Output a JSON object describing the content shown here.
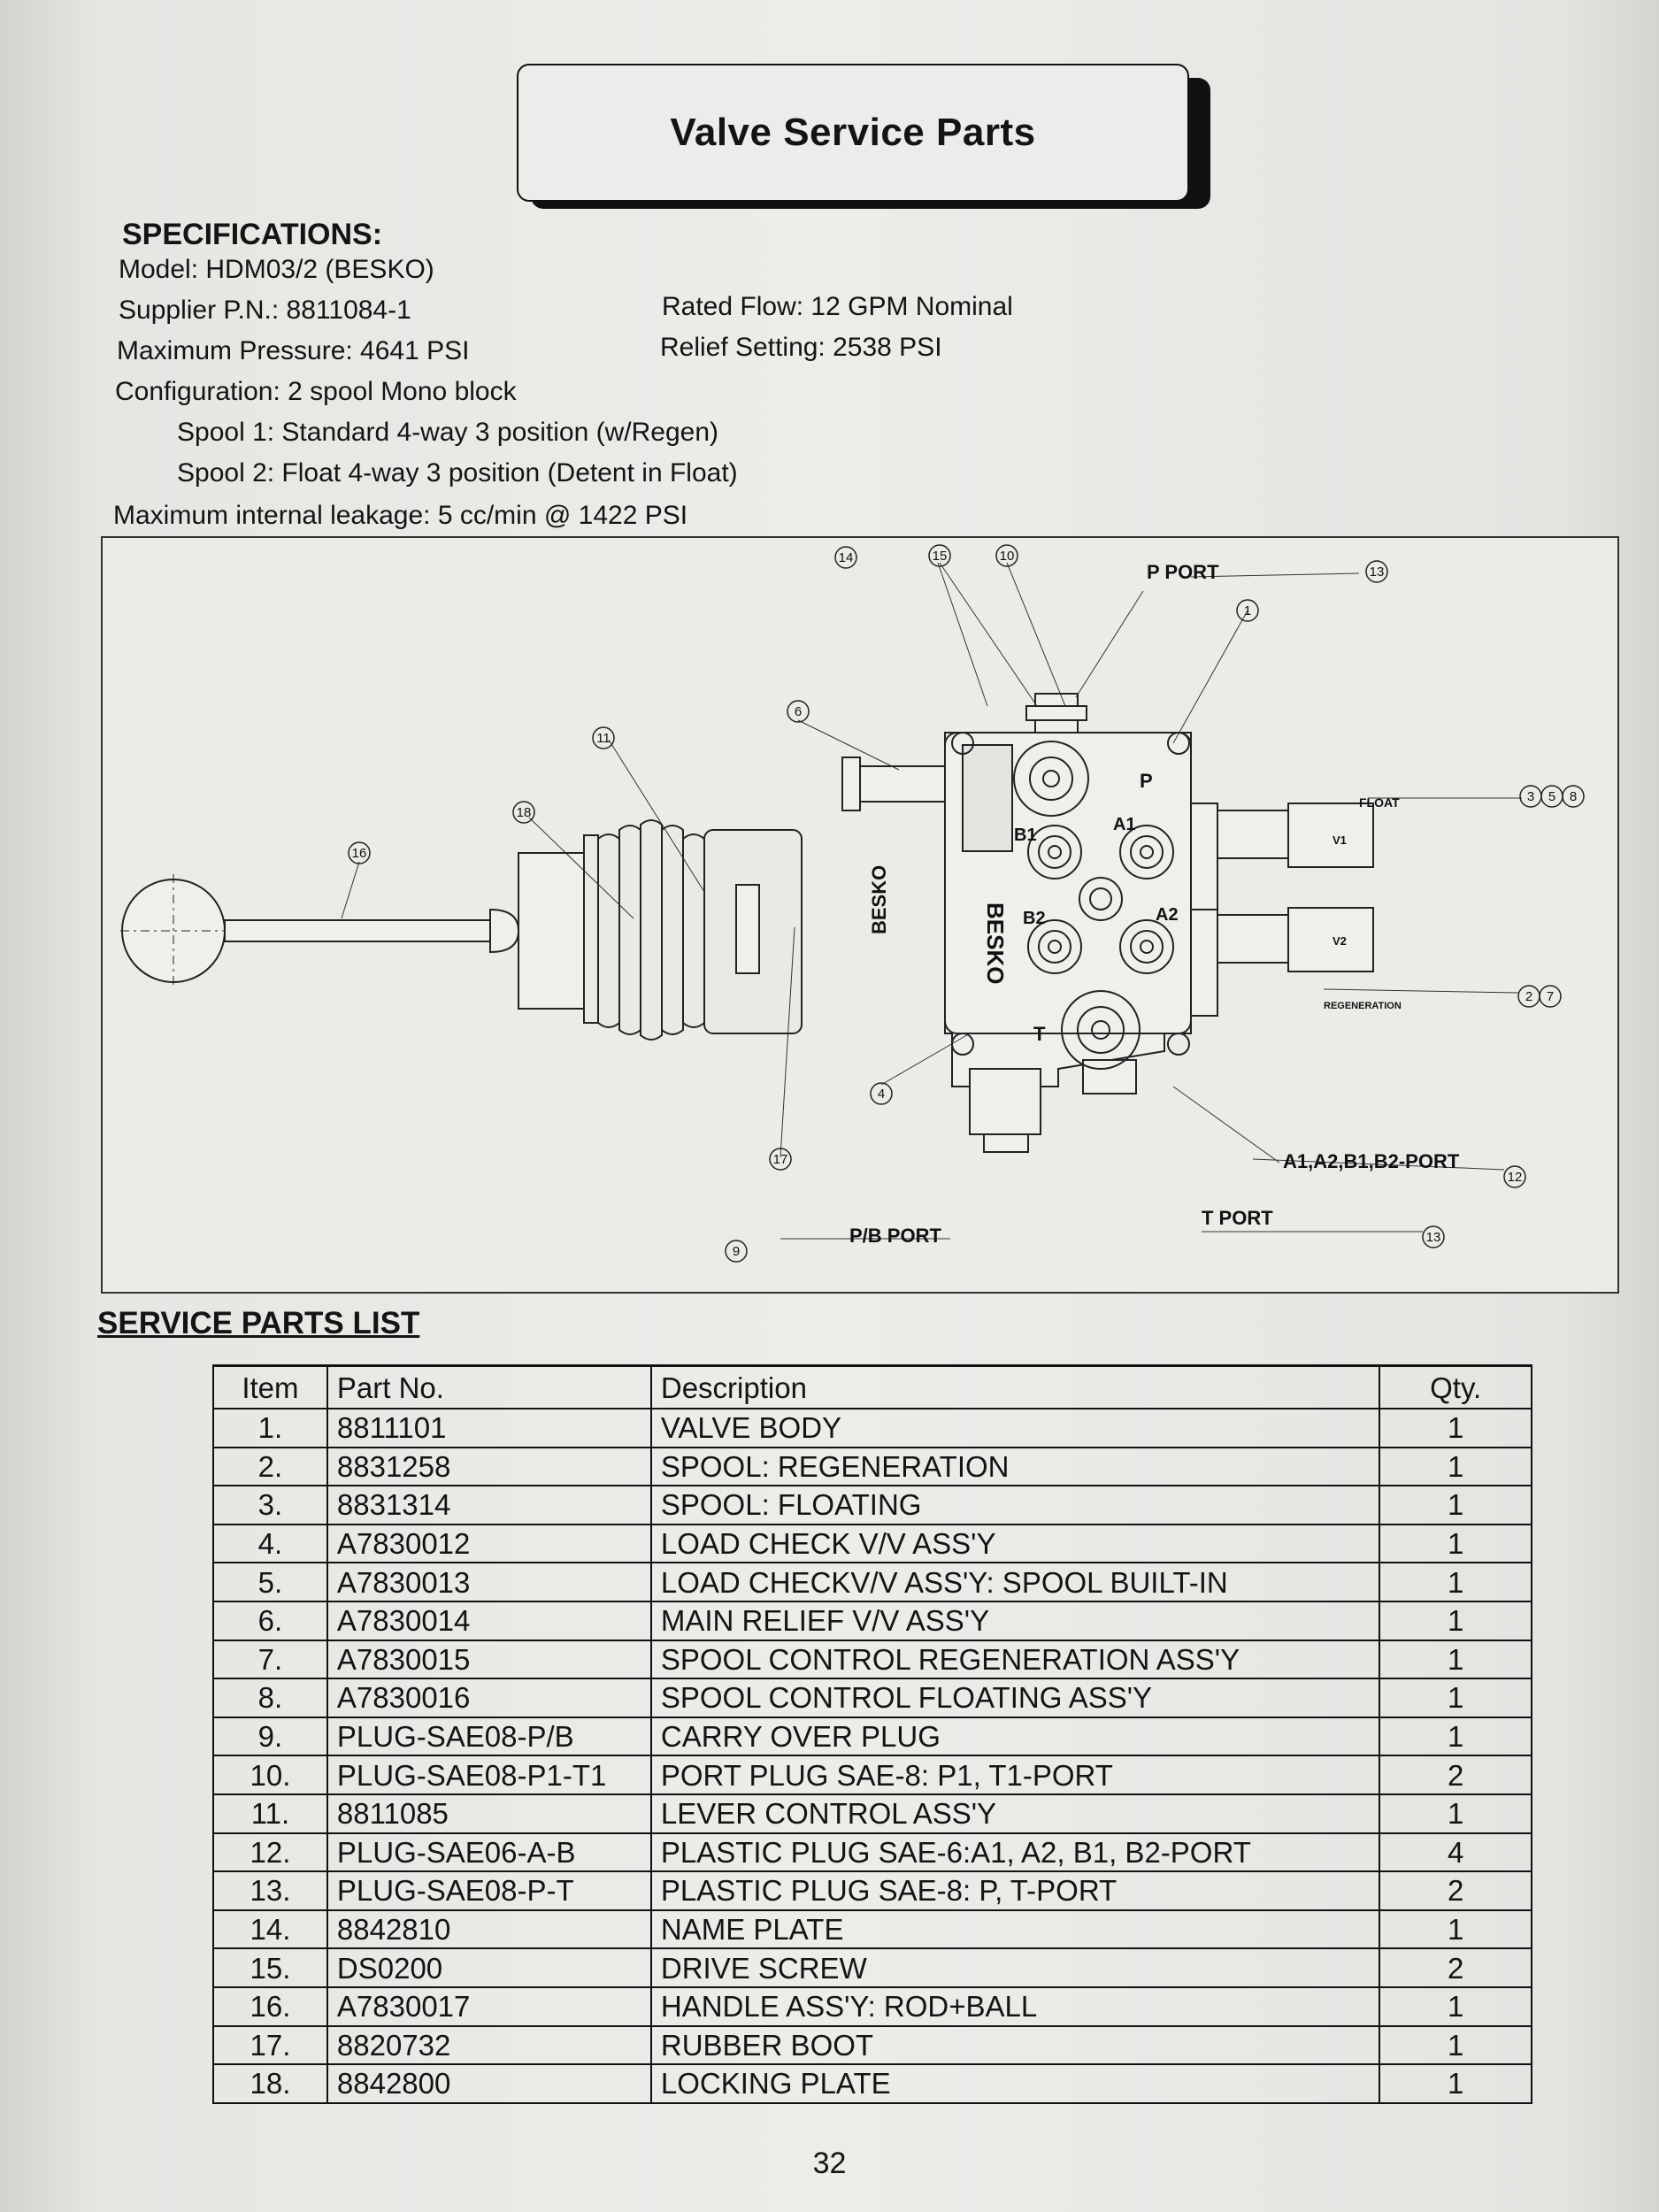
{
  "title": "Valve Service Parts",
  "specifications": {
    "heading": "SPECIFICATIONS:",
    "model": "Model: HDM03/2 (BESKO)",
    "supplier": "Supplier P.N.: 8811084-1",
    "rated_flow": "Rated Flow: 12 GPM Nominal",
    "max_pressure": "Maximum Pressure: 4641 PSI",
    "relief_setting": "Relief Setting: 2538 PSI",
    "configuration": "Configuration: 2 spool Mono block",
    "spool1": "Spool 1: Standard 4-way 3 position (w/Regen)",
    "spool2": "Spool 2: Float 4-way 3 position (Detent in Float)",
    "leakage": "Maximum internal leakage: 5 cc/min @ 1422 PSI"
  },
  "diagram": {
    "p_port": "P PORT",
    "float": "FLOAT",
    "regeneration": "REGENERATION",
    "ab_port": "A1,A2,B1,B2-PORT",
    "t_port": "T PORT",
    "pb_port": "P/B PORT",
    "besko": "BESKO",
    "port_a1": "A1",
    "port_a2": "A2",
    "port_b1": "B1",
    "port_b2": "B2",
    "port_p": "P",
    "port_t": "T",
    "v1": "V1",
    "v2": "V2",
    "callouts": [
      "1",
      "2",
      "3",
      "4",
      "5",
      "6",
      "7",
      "8",
      "9",
      "10",
      "11",
      "12",
      "13",
      "14",
      "15",
      "16",
      "17",
      "18"
    ]
  },
  "parts_list": {
    "heading": "SERVICE PARTS LIST",
    "headers": {
      "item": "Item",
      "part_no": "Part No.",
      "description": "Description",
      "qty": "Qty."
    },
    "rows": [
      {
        "item": "1.",
        "part_no": "8811101",
        "description": "VALVE BODY",
        "qty": "1"
      },
      {
        "item": "2.",
        "part_no": "8831258",
        "description": "SPOOL: REGENERATION",
        "qty": "1"
      },
      {
        "item": "3.",
        "part_no": "8831314",
        "description": "SPOOL: FLOATING",
        "qty": "1"
      },
      {
        "item": "4.",
        "part_no": "A7830012",
        "description": "LOAD CHECK V/V ASS'Y",
        "qty": "1"
      },
      {
        "item": "5.",
        "part_no": "A7830013",
        "description": "LOAD CHECKV/V ASS'Y: SPOOL BUILT-IN",
        "qty": "1"
      },
      {
        "item": "6.",
        "part_no": "A7830014",
        "description": "MAIN RELIEF V/V ASS'Y",
        "qty": "1"
      },
      {
        "item": "7.",
        "part_no": "A7830015",
        "description": "SPOOL CONTROL REGENERATION ASS'Y",
        "qty": "1"
      },
      {
        "item": "8.",
        "part_no": "A7830016",
        "description": "SPOOL CONTROL FLOATING ASS'Y",
        "qty": "1"
      },
      {
        "item": "9.",
        "part_no": "PLUG-SAE08-P/B",
        "description": "CARRY OVER PLUG",
        "qty": "1"
      },
      {
        "item": "10.",
        "part_no": "PLUG-SAE08-P1-T1",
        "description": "PORT PLUG SAE-8: P1, T1-PORT",
        "qty": "2"
      },
      {
        "item": "11.",
        "part_no": "8811085",
        "description": "LEVER CONTROL ASS'Y",
        "qty": "1"
      },
      {
        "item": "12.",
        "part_no": "PLUG-SAE06-A-B",
        "description": "PLASTIC PLUG SAE-6:A1, A2, B1, B2-PORT",
        "qty": "4"
      },
      {
        "item": "13.",
        "part_no": "PLUG-SAE08-P-T",
        "description": "PLASTIC PLUG SAE-8: P, T-PORT",
        "qty": "2"
      },
      {
        "item": "14.",
        "part_no": "8842810",
        "description": "NAME PLATE",
        "qty": "1"
      },
      {
        "item": "15.",
        "part_no": "DS0200",
        "description": "DRIVE SCREW",
        "qty": "2"
      },
      {
        "item": "16.",
        "part_no": "A7830017",
        "description": "HANDLE ASS'Y: ROD+BALL",
        "qty": "1"
      },
      {
        "item": "17.",
        "part_no": "8820732",
        "description": "RUBBER BOOT",
        "qty": "1"
      },
      {
        "item": "18.",
        "part_no": "8842800",
        "description": "LOCKING PLATE",
        "qty": "1"
      }
    ]
  },
  "page_number": "32"
}
